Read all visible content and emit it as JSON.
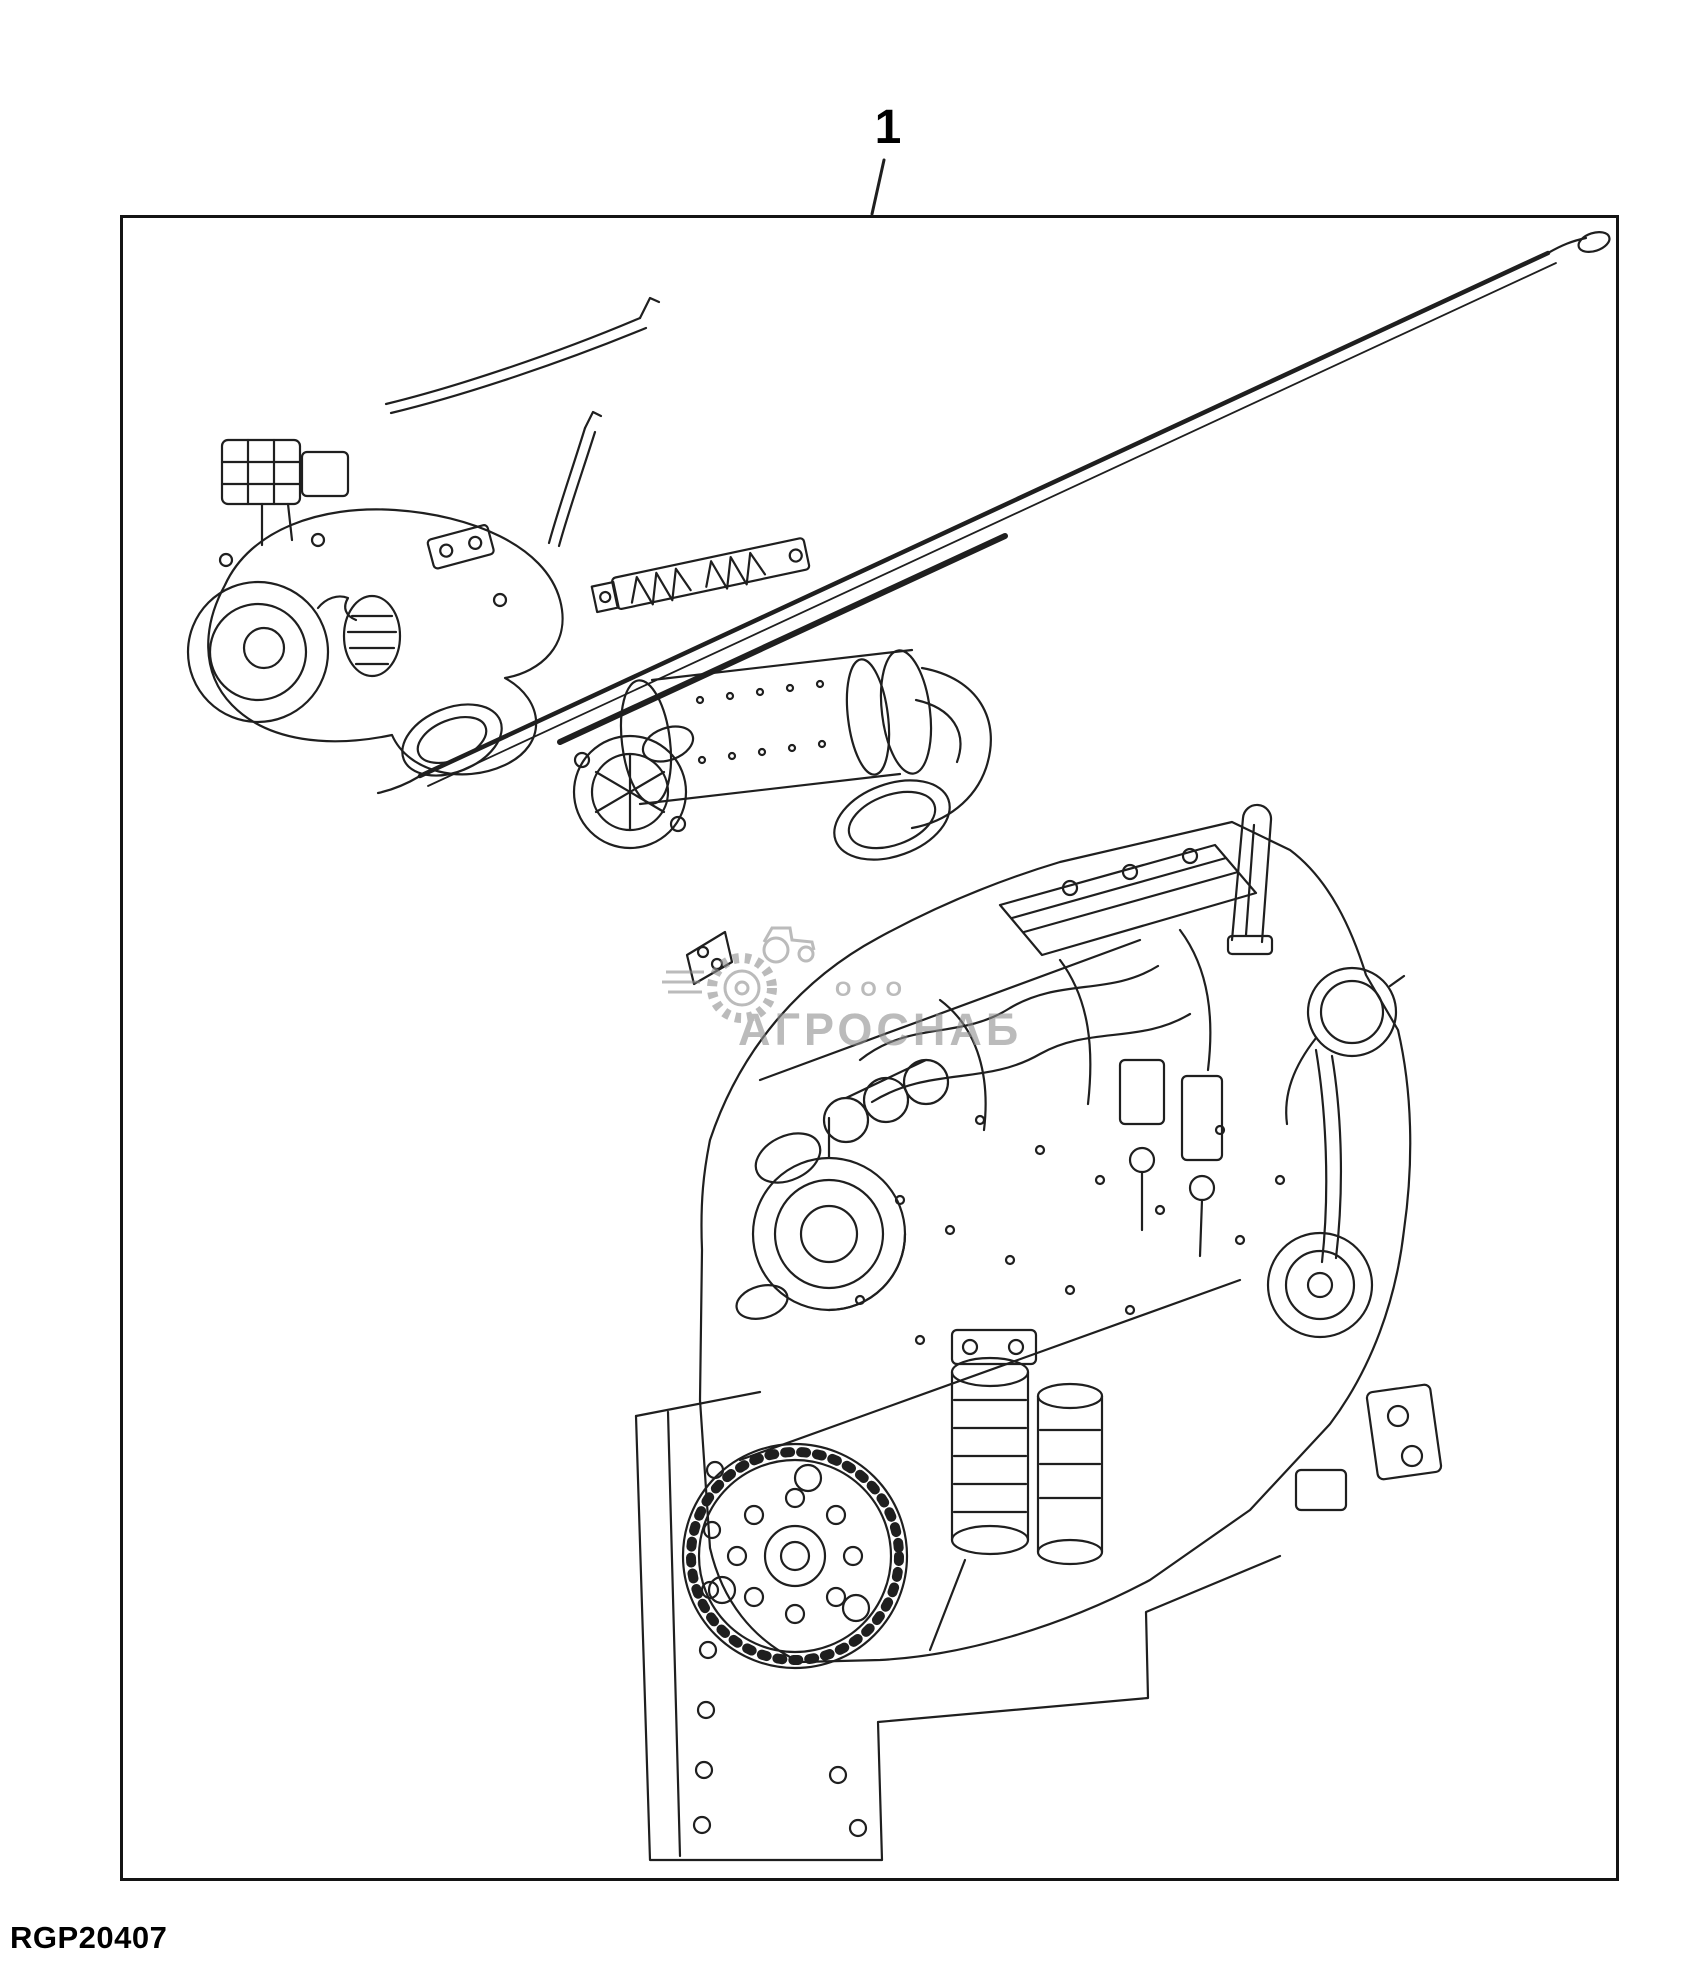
{
  "page": {
    "background": "#ffffff",
    "line_color": "#1f1f1f",
    "frame_color": "#141414"
  },
  "callout": {
    "label": "1"
  },
  "figure": {
    "description": "Exploded technical line drawing: complete diesel engine assembly with exhaust aftertreatment canister, exhaust elbow with actuator, mounting bracket with springs and long engine oil dipstick rod",
    "parts": [
      "exhaust-elbow-assembly",
      "aftertreatment-canister",
      "dipstick-rod",
      "engine-assembly"
    ]
  },
  "watermark": {
    "prefix": "ООО",
    "name": "АГРОСНАБ",
    "color": "#8f8f8f"
  },
  "footer": {
    "part_code": "RGP20407"
  }
}
